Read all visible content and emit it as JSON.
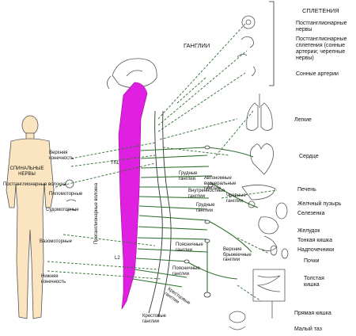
{
  "colors": {
    "spine": "#e020e0",
    "nerve": "#2e6e2e",
    "body_fill": "#fbe5c0",
    "outline": "#444444"
  },
  "header": {
    "plexuses": "СПЛЕТЕНИЯ",
    "ganglia": "ГАНГЛИИ"
  },
  "plexus_list": [
    "Постганглионарные нервы",
    "Постганглионарные сплетения (сонные артерии; черепные нервы)",
    "Сонные артерии"
  ],
  "body_labels": {
    "spinal_nerves": "СПИНАЛЬНЫЕ НЕРВЫ",
    "upper_limb": "Верхняя конечность",
    "postganglionic_fibers": "Постганглионарные волокна",
    "pilomotor": "Пиломоторные",
    "sudomotor": "Судомоторные",
    "vasomotor": "Вазомоторные",
    "lower_limb": "Нижняя конечность"
  },
  "spine_labels": {
    "th1": "Th1",
    "l2": "L2",
    "preganglionic_fibers": "Преганглионарные волокна"
  },
  "ganglia_labels": {
    "thoracic": "Грудные ганглии",
    "autonomic_visceral": "Автономные висцеральные ганглии",
    "internal_ganglia": "Внутренностные ганглии",
    "celiac": "Чревные ганглии",
    "thoracic2": "Грудные ганглии",
    "lumbar": "Поясничные ганглии",
    "upper_mesenteric": "Верхние брыжеечные ганглии",
    "lumbar2": "Поясничные ганглии",
    "sacral": "Крестовые ганглии",
    "sacral2": "Крестцовые ганглии"
  },
  "organs": [
    "Легкие",
    "Сердце",
    "Печень",
    "Желчный пузырь",
    "Селезенка",
    "Желудок",
    "Тонкая кишка",
    "Надпочечники",
    "Почки",
    "Толстая кишка",
    "Прямая кишка",
    "Малый таз"
  ]
}
